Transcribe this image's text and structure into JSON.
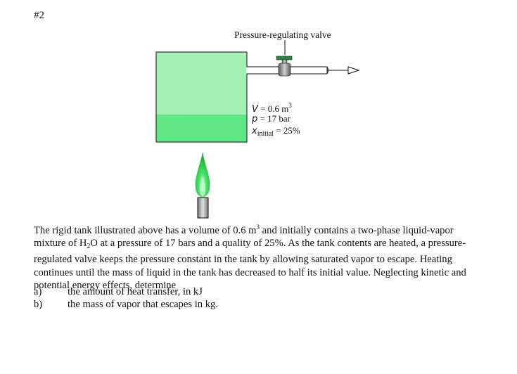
{
  "problem": {
    "number": "#2"
  },
  "figure": {
    "valve_label": "Pressure-regulating valve",
    "volume": {
      "symbol": "V",
      "value": "0.6 m",
      "exp": "3"
    },
    "pressure": {
      "symbol": "p",
      "value": "17 bar"
    },
    "quality": {
      "symbol": "x",
      "subscript": "initial",
      "value": "25%"
    },
    "colors": {
      "vapor": "#a4f0b4",
      "liquid": "#5ee885",
      "flame": "#22cc44",
      "valve": "#7a7a7a"
    }
  },
  "text": {
    "part1": "The rigid tank illustrated above has a volume of 0.6 m",
    "part1_sup": "3",
    "part2": " and initially contains a two-phase liquid-vapor mixture of H",
    "part2_sub": "2",
    "part3": "O at a pressure of 17 bars and a quality of 25%.  As the tank contents are heated, a pressure-regulated valve keeps the pressure constant in the tank by allowing saturated vapor to escape.  Heating continues until the mass of liquid in the tank has decreased to half its initial value.  Neglecting kinetic and potential energy effects, determine"
  },
  "questions": [
    {
      "key": "a)",
      "text": "the amount of heat transfer, in kJ"
    },
    {
      "key": "b)",
      "text": "the mass of vapor that escapes in kg."
    }
  ]
}
